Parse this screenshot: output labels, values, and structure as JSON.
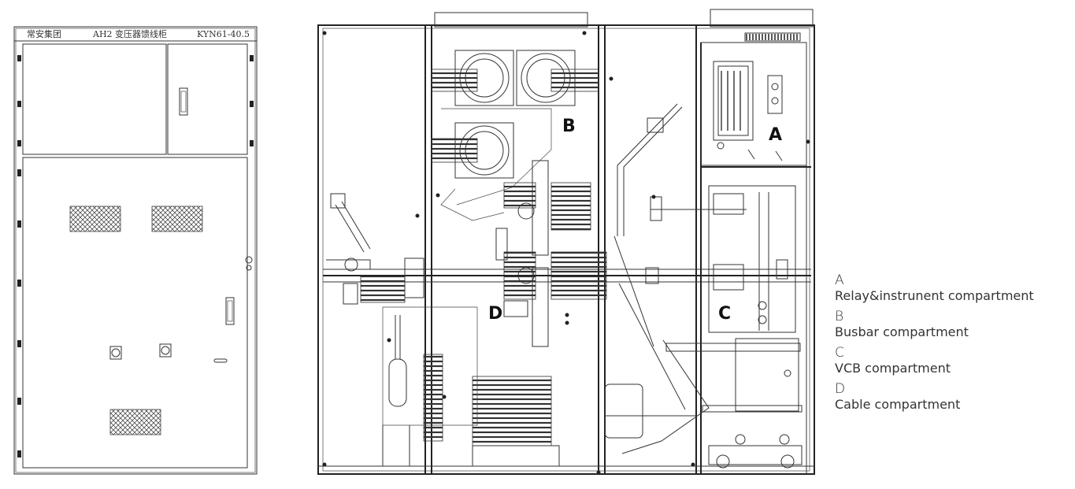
{
  "front_panel": {
    "header_left": "常安集团",
    "header_center": "AH2 变压器馈线柜",
    "header_right": "KYN61-40.5"
  },
  "section_labels": {
    "a": "A",
    "b": "B",
    "c": "C",
    "d": "D"
  },
  "legend": {
    "items": [
      {
        "letter": "A",
        "description": "Relay&instrunent compartment"
      },
      {
        "letter": "B",
        "description": "Busbar compartment"
      },
      {
        "letter": "C",
        "description": "VCB compartment"
      },
      {
        "letter": "D",
        "description": "Cable compartment"
      }
    ]
  }
}
